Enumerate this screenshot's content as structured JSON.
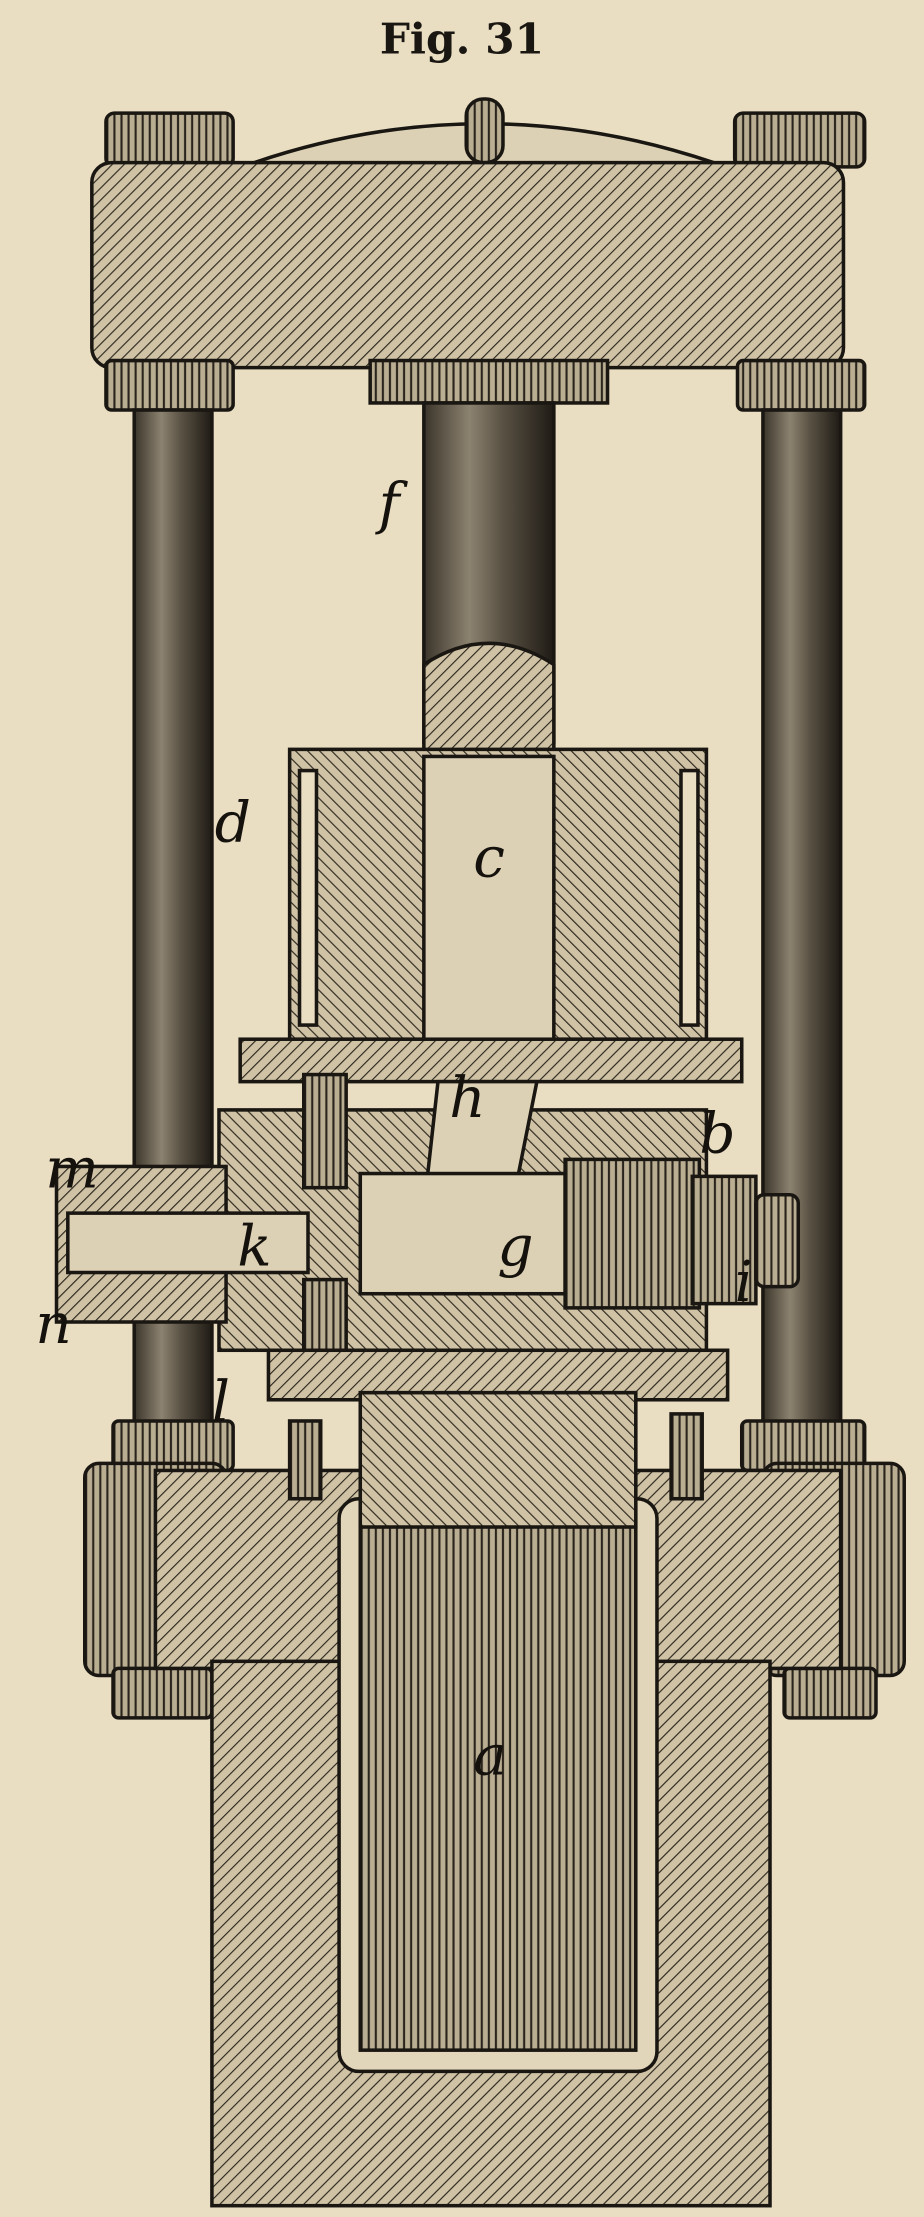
{
  "figure": {
    "title": "Fig. 31",
    "labels": {
      "f": "f",
      "d": "d",
      "c": "c",
      "h": "h",
      "m": "m",
      "b": "b",
      "k": "k",
      "g": "g",
      "n": "n",
      "i": "i",
      "l": "l",
      "a": "a"
    }
  },
  "colors": {
    "paper": "#e9ddc2",
    "ink": "#1a1712"
  }
}
